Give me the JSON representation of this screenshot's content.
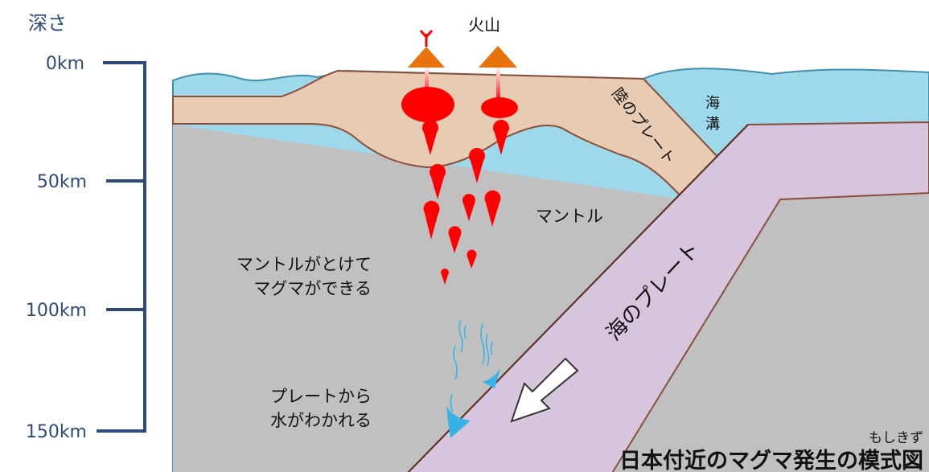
{
  "axis": {
    "title": "深さ",
    "ticks": [
      "0km",
      "50km",
      "100km",
      "150km"
    ],
    "color": "#2d4a7a"
  },
  "labels": {
    "volcano": "火山",
    "trench": "海溝",
    "continental_plate": "陸のプレート",
    "oceanic_plate": "海のプレート",
    "mantle": "マントル",
    "melt_line1": "マントルがとけて",
    "melt_line2": "マグマができる",
    "water_line1": "プレートから",
    "water_line2": "水がわかれる",
    "caption_ruby": "もしきず",
    "caption": "日本付近のマグマ発生の模式図"
  },
  "colors": {
    "sea": "#9dd9ea",
    "mantle": "#c0c0c0",
    "continental_crust": "#e7ccb3",
    "oceanic_plate": "#d7c5dd",
    "plate_line": "#8a4e3a",
    "magma": "#ff0000",
    "volcano": "#e8720c",
    "water": "#35b2e6"
  }
}
